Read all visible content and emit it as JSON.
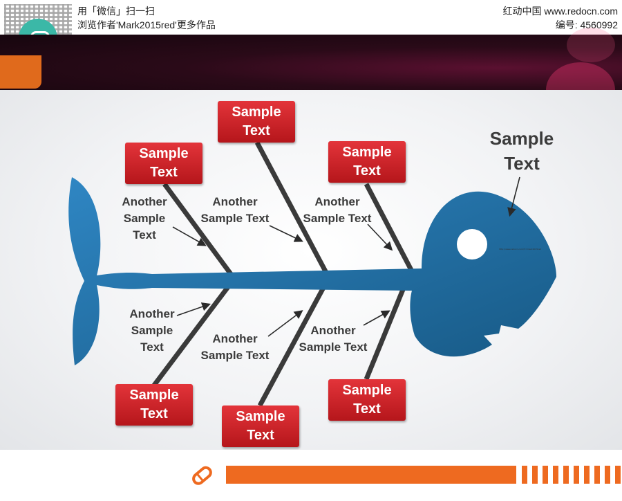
{
  "watermark": {
    "line1": "用「微信」扫一扫",
    "line2": "浏览作者'Mark2015red'更多作品",
    "site": "红动中国 www.redocn.com",
    "id": "编号: 4560992"
  },
  "diagram": {
    "head_label": "Sample Text",
    "tiny_text": "http://www.redocn.com/?i=mark2015red",
    "top_boxes": [
      "Sample Text",
      "Sample Text",
      "Sample Text"
    ],
    "bottom_boxes": [
      "Sample Text",
      "Sample Text",
      "Sample Text"
    ],
    "top_labels": [
      "Another Sample Text",
      "Another Sample Text",
      "Another Sample Text"
    ],
    "bottom_labels": [
      "Another Sample Text",
      "Another Sample Text",
      "Another Sample Text"
    ]
  },
  "colors": {
    "fish": "#1f6ea6",
    "box": "#c8242a",
    "accent": "#ee6a20"
  }
}
